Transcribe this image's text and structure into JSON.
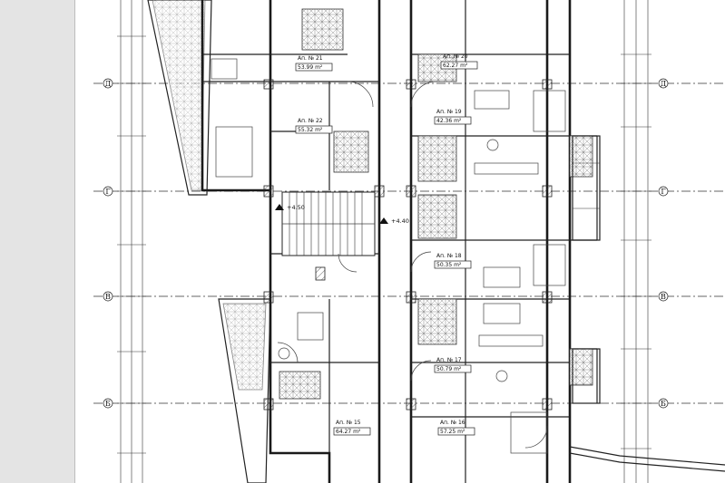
{
  "plan": {
    "axes": [
      {
        "label": "Д"
      },
      {
        "label": "Г"
      },
      {
        "label": "В"
      },
      {
        "label": "Б"
      }
    ],
    "apartments": [
      {
        "label": "Ап. № 21"
      },
      {
        "label": "Ап. № 22"
      },
      {
        "label": "Ап. № 20"
      },
      {
        "label": "Ап. № 19"
      },
      {
        "label": "Ап. № 18"
      },
      {
        "label": "Ап. № 17"
      },
      {
        "label": "Ап. № 16"
      },
      {
        "label": "Ап. № 15"
      }
    ],
    "areas": [
      {
        "value": "53.99 m²"
      },
      {
        "value": "55.32 m²"
      },
      {
        "value": "62.27 m²"
      },
      {
        "value": "42.36 m²"
      },
      {
        "value": "50.35 m²"
      },
      {
        "value": "50.79 m²"
      },
      {
        "value": "57.25 m²"
      },
      {
        "value": "64.27 m²"
      }
    ],
    "levels": [
      {
        "value": "+4.50"
      },
      {
        "value": "+4.40"
      }
    ]
  }
}
